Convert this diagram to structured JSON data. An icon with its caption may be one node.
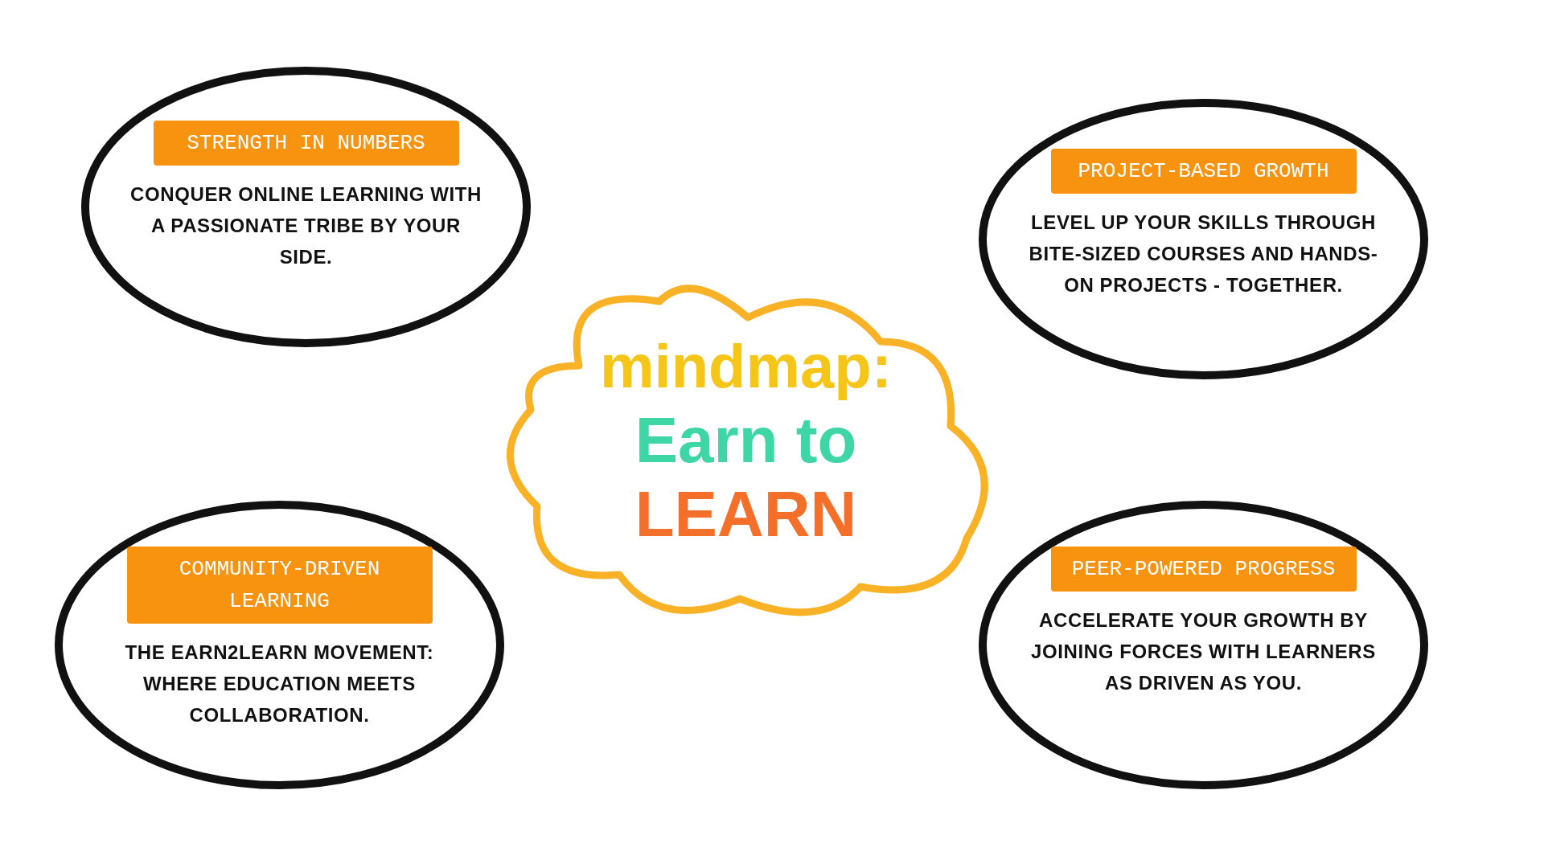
{
  "diagram": {
    "nodes": [
      {
        "text": [
          "STRENGTH IN NUMBERS",
          "CONQUER ONLINE LEARNING WITH A PASSIONATE TRIBE BY YOUR SIDE."
        ]
      },
      {
        "text": [
          "PROJECT-BASED GROWTH",
          "LEVEL UP YOUR SKILLS THROUGH BITE-SIZED COURSES AND HANDS-ON PROJECTS - TOGETHER."
        ]
      },
      {
        "text": [
          "mindmap:",
          "Earn to",
          "LEARN"
        ]
      },
      {
        "text": [
          "COMMUNITY-DRIVEN LEARNING",
          "THE EARN2LEARN MOVEMENT: WHERE EDUCATION MEETS COLLABORATION."
        ]
      },
      {
        "text": [
          "PEER-POWERED PROGRESS",
          "ACCELERATE YOUR GROWTH BY JOINING FORCES WITH LEARNERS AS DRIVEN AS YOU."
        ]
      }
    ]
  }
}
